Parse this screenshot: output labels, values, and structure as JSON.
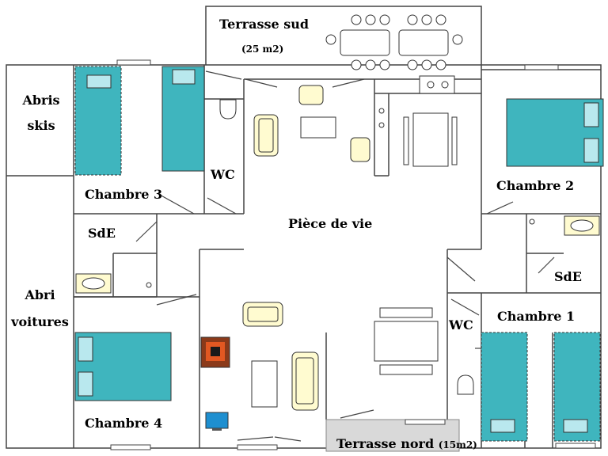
{
  "plan": {
    "rooms": {
      "terrasse_sud": {
        "name": "Terrasse sud",
        "area": "(25 m2)"
      },
      "abris_skis": {
        "line1": "Abris",
        "line2": "skis"
      },
      "chambre_3": "Chambre 3",
      "wc_top": "WC",
      "piece_de_vie": "Pièce de vie",
      "chambre_2": "Chambre 2",
      "sde_left": "SdE",
      "sde_right": "SdE",
      "abri_voitures": {
        "line1": "Abri",
        "line2": "voitures"
      },
      "wc_bottom": "WC",
      "chambre_1": "Chambre 1",
      "chambre_4": "Chambre 4",
      "terrasse_nord": {
        "name": "Terrasse nord",
        "area": "(15m2)"
      }
    },
    "colors": {
      "bed": "#3fb5be",
      "furniture": "#fffbd0",
      "wall": "#444444",
      "terrace": "#d9d9d9"
    },
    "icons": [
      "fireplace-icon",
      "tv-icon"
    ]
  }
}
